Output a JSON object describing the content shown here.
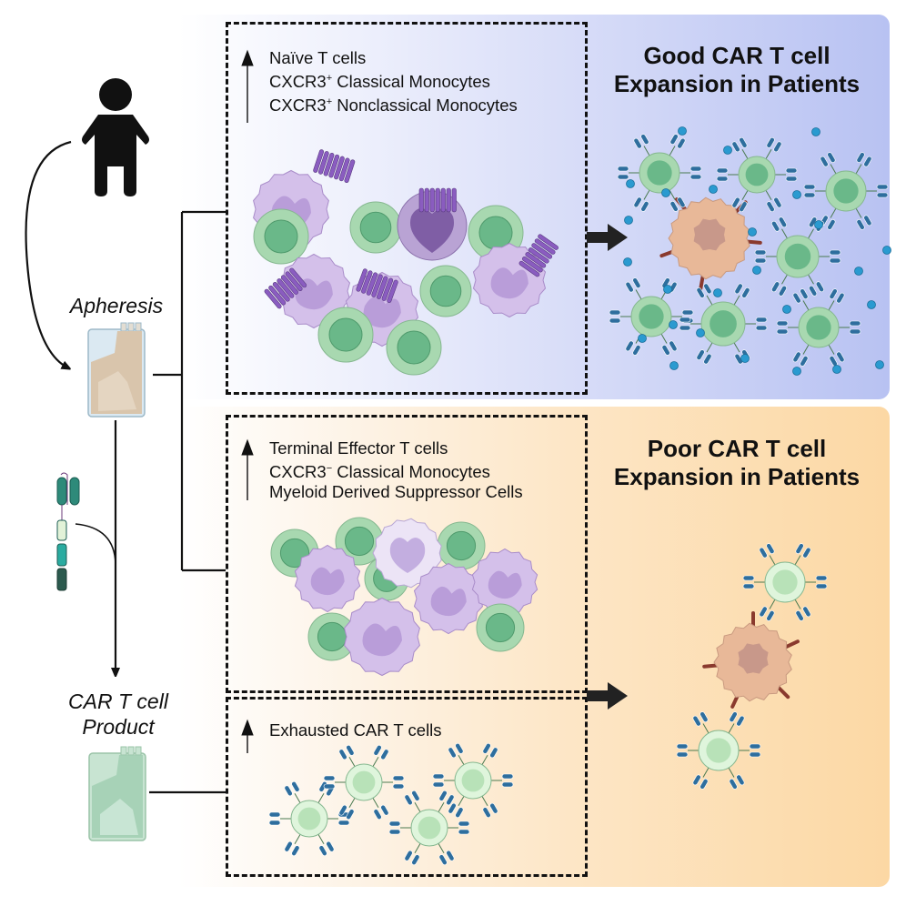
{
  "figure": {
    "left_column": {
      "patient_icon": "person-icon",
      "apheresis_label": "Apheresis",
      "apheresis_bag_icon": "blood-bag-icon",
      "car_construct_icon": "car-construct-icon",
      "product_label_line1": "CAR T cell",
      "product_label_line2": "Product",
      "product_bag_icon": "blood-bag-icon"
    },
    "good_panel": {
      "title_line1": "Good CAR T cell",
      "title_line2": "Expansion in Patients",
      "color": "#b8c2f2",
      "box": {
        "trend": "up",
        "items": [
          {
            "text": "Naïve T cells",
            "sup": ""
          },
          {
            "text": "CXCR3",
            "sup": "+",
            "rest": " Classical Monocytes"
          },
          {
            "text": "CXCR3",
            "sup": "+",
            "rest": " Nonclassical Monocytes"
          }
        ]
      }
    },
    "poor_panel": {
      "title_line1": "Poor CAR T cell",
      "title_line2": "Expansion in Patients",
      "color": "#fcd8a4",
      "box_apheresis": {
        "trend": "up",
        "items": [
          {
            "text": "Terminal Effector T cells",
            "sup": ""
          },
          {
            "text": "CXCR3",
            "sup": "−",
            "rest": "  Classical Monocytes"
          },
          {
            "text": "Myeloid Derived Suppressor Cells",
            "sup": ""
          }
        ]
      },
      "box_product": {
        "trend": "up",
        "items": [
          {
            "text": "Exhausted CAR T cells",
            "sup": ""
          }
        ]
      }
    },
    "colors": {
      "tcell_outer": "#a8d8b0",
      "tcell_inner": "#6ab889",
      "monocyte_outer": "#d4c0ea",
      "monocyte_nucleus": "#b497d6",
      "receptor_purple": "#8a5cc0",
      "car_blue": "#2e6e9e",
      "cytokine_blue": "#2a9ad0",
      "tumor_outer": "#e8b898",
      "tumor_nucleus": "#c8988a",
      "antigen": "#8a3a2e",
      "car_tcell_outer": "#dff5dc",
      "car_tcell_inner": "#b8e2b8"
    }
  }
}
